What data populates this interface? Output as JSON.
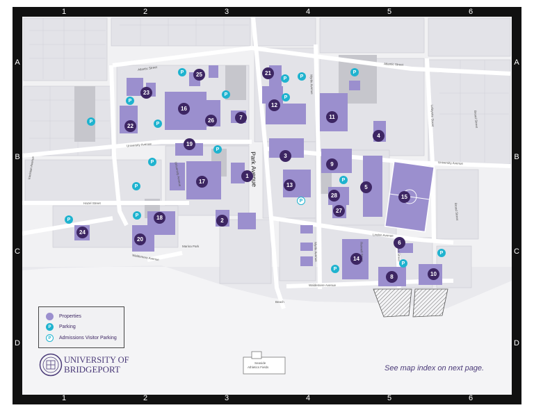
{
  "grid": {
    "columns": [
      "1",
      "2",
      "3",
      "4",
      "5",
      "6"
    ],
    "rows": [
      "A",
      "B",
      "C",
      "D"
    ]
  },
  "streets": {
    "park_avenue": "Park Avenue",
    "atlantic_west": "Atlantic Street",
    "atlantic_east": "Atlantic Street",
    "university_west": "University Avenue",
    "university_east": "University Avenue",
    "university_mid": "University Avenue",
    "myrtle_north": "Myrtle Avenue",
    "myrtle_south": "Myrtle Avenue",
    "lafayette": "Lafayette Street",
    "broad_north": "Broad Street",
    "broad_south": "Broad Street",
    "iranistan": "Iranistan Avenue",
    "hazel": "Hazel Street",
    "linden": "Linden Avenue",
    "waldemere_west": "Waldemere Avenue",
    "waldemere_east": "Waldemere Avenue",
    "marina_park": "Marina Park",
    "rennell": "Rennell Street",
    "walnut": "Walnut Street",
    "beach": "Beach",
    "seaside_1": "Seaside",
    "seaside_2": "Athletics Fields"
  },
  "properties": [
    "1",
    "2",
    "3",
    "4",
    "5",
    "6",
    "8",
    "9",
    "10",
    "11",
    "12",
    "13",
    "14",
    "15",
    "16",
    "17",
    "18",
    "19",
    "20",
    "21",
    "22",
    "23",
    "24",
    "25",
    "26",
    "27",
    "28",
    "7"
  ],
  "parking_label": "P",
  "legend": {
    "properties": "Properties",
    "parking": "Parking",
    "visitor_parking": "Admissions Visitor Parking"
  },
  "logo": {
    "line1": "UNIVERSITY OF",
    "line2": "BRIDGEPORT"
  },
  "note": "See map index on next page.",
  "colors": {
    "property": "#3d2663",
    "building": "#9b8fce",
    "parking": "#1fb3cf",
    "frame": "#111111"
  }
}
